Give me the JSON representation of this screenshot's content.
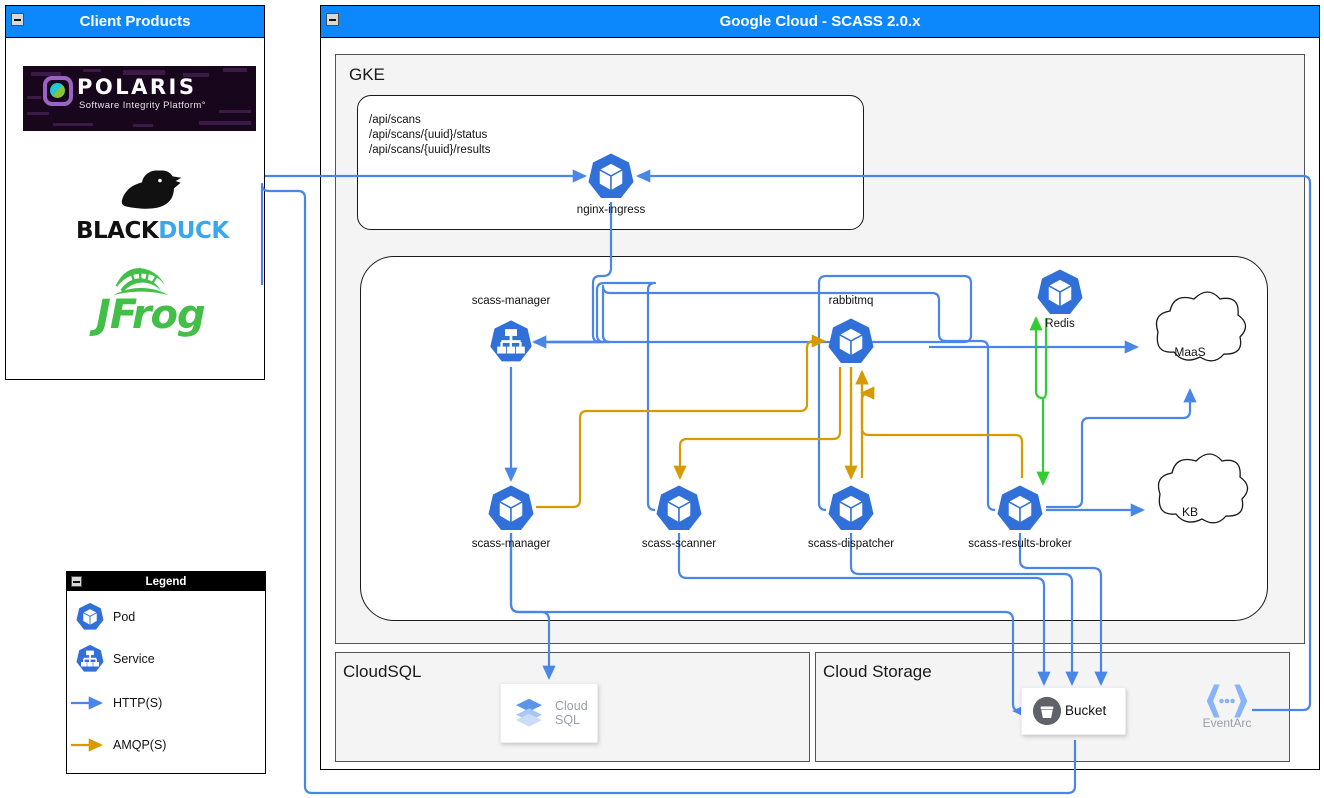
{
  "client_panel": {
    "title": "Client Products",
    "collapse_icon": "minus-icon",
    "logos": [
      {
        "name": "polaris-logo",
        "wordmark": "POLARIS",
        "tagline": "Software Integrity Platform°"
      },
      {
        "name": "blackduck-logo",
        "text_a": "BLACK",
        "text_b": "DUCK"
      },
      {
        "name": "jfrog-logo",
        "text": "JFrog"
      }
    ]
  },
  "cloud_panel": {
    "title": "Google Cloud - SCASS 2.0.x",
    "collapse_icon": "minus-icon",
    "gke": {
      "label": "GKE",
      "ingress_box": {
        "api_paths": "/api/scans\n/api/scans/{uuid}/status\n/api/scans/{uuid}/results",
        "node": {
          "label": "nginx-ingress",
          "icon": "pod-icon"
        }
      },
      "workload_nodes": [
        {
          "label": "scass-manager",
          "icon": "service-icon",
          "kind": "service"
        },
        {
          "label": "rabbitmq",
          "icon": "pod-icon",
          "kind": "pod"
        },
        {
          "label": "Redis",
          "icon": "pod-icon",
          "kind": "pod"
        },
        {
          "label": "scass-manager",
          "icon": "pod-icon",
          "kind": "pod"
        },
        {
          "label": "scass-scanner",
          "icon": "pod-icon",
          "kind": "pod"
        },
        {
          "label": "scass-dispatcher",
          "icon": "pod-icon",
          "kind": "pod"
        },
        {
          "label": "scass-results-broker",
          "icon": "pod-icon",
          "kind": "pod"
        }
      ],
      "clouds": [
        {
          "label": "MaaS",
          "icon": "cloud-icon"
        },
        {
          "label": "KB",
          "icon": "cloud-icon"
        }
      ]
    },
    "cloudsql": {
      "label": "CloudSQL",
      "tile": {
        "line1": "Cloud",
        "line2": "SQL",
        "icon": "cloud-sql-icon"
      }
    },
    "cloud_storage": {
      "label": "Cloud Storage",
      "bucket": {
        "label": "Bucket",
        "icon": "bucket-icon"
      },
      "eventarc": {
        "label": "EventArc",
        "icon": "eventarc-icon"
      }
    }
  },
  "legend": {
    "title": "Legend",
    "collapse_icon": "minus-icon",
    "items": [
      {
        "label": "Pod",
        "icon": "pod-icon",
        "type": "node"
      },
      {
        "label": "Service",
        "icon": "service-icon",
        "type": "node"
      },
      {
        "label": "HTTP(S)",
        "icon": "arrow-icon",
        "type": "edge",
        "color": "#4a86e8"
      },
      {
        "label": "AMQP(S)",
        "icon": "arrow-icon",
        "type": "edge",
        "color": "#d79b00"
      }
    ]
  },
  "colors": {
    "title_bar": "#0d87fc",
    "http_edge": "#4a86e8",
    "amqp_edge": "#d79b00",
    "redis_edge": "#33cc33",
    "k8s_blue": "#2f6fd0",
    "panel_grey": "#f4f4f4"
  }
}
